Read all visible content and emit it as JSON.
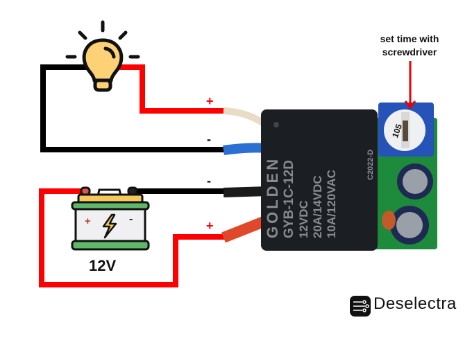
{
  "diagram": {
    "annotation": {
      "line1": "set time with",
      "line2": "screwdriver"
    },
    "battery": {
      "label": "12V",
      "plus": "+",
      "minus": "-"
    },
    "wire_signs": {
      "lamp_plus": "+",
      "lamp_minus": "-",
      "battery_minus": "-",
      "battery_plus": "+"
    },
    "relay": {
      "brand": "GOLDEN",
      "model": "GYB-1C-12D",
      "coil": "12VDC",
      "rating_dc": "20A/14VDC",
      "rating_ac": "10A/120VAC",
      "code": "C2022-D"
    },
    "potentiometer": {
      "marking": "105"
    },
    "logo": {
      "text": "Deselectra"
    },
    "colors": {
      "positive_wire": "#ff0000",
      "negative_wire": "#000000",
      "lamp": "#fdd175",
      "battery_top": "#f5c85e",
      "battery_band": "#5fb86a",
      "pcb": "#1e8a3c",
      "relay": "#1b1e22",
      "pot": "#2553b8"
    }
  }
}
